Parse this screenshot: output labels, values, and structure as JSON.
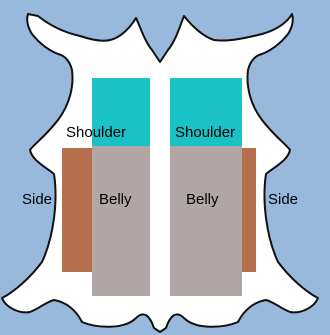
{
  "colors": {
    "background": "#99b9dc",
    "hide": "#ffffff",
    "outline": "#111111",
    "shoulder": "#1bc2c5",
    "belly": "#b0a6a6",
    "side": "#b66f4d"
  },
  "labels": {
    "shoulder_left": "Shoulder",
    "shoulder_right": "Shoulder",
    "belly_left": "Belly",
    "belly_right": "Belly",
    "side_left": "Side",
    "side_right": "Side"
  }
}
